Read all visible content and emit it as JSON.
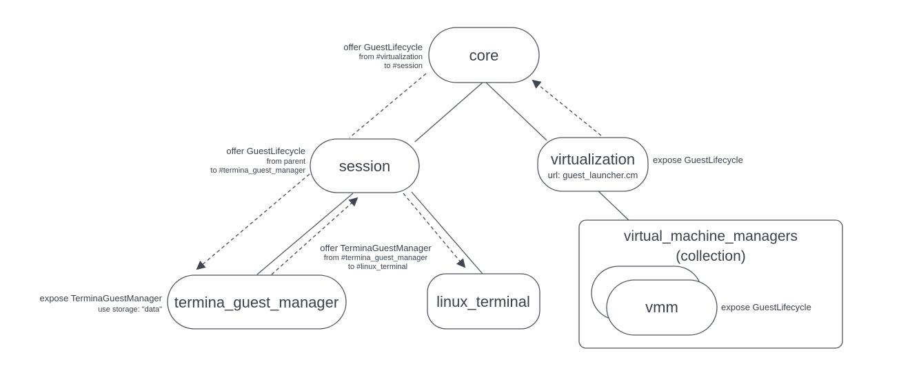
{
  "colors": {
    "stroke": "#4e565f",
    "text": "#3a414b",
    "arrow": "#3f4650",
    "background": "#ffffff"
  },
  "nodes": {
    "core": {
      "label": "core"
    },
    "session": {
      "label": "session"
    },
    "virtualization": {
      "label": "virtualization",
      "sublabel": "url: guest_launcher.cm"
    },
    "termina_guest_manager": {
      "label": "termina_guest_manager"
    },
    "linux_terminal": {
      "label": "linux_terminal"
    },
    "vmm": {
      "label": "vmm"
    },
    "virtual_machine_managers": {
      "title": "virtual_machine_managers",
      "subtitle": "(collection)"
    }
  },
  "annotations": {
    "offer_guest_lifecycle_to_session": {
      "line1": "offer GuestLifecycle",
      "line2": "from #virtualization",
      "line3": "to #session"
    },
    "offer_guest_lifecycle_to_termina": {
      "line1": "offer GuestLifecycle",
      "line2": "from parent",
      "line3": "to #termina_guest_manager"
    },
    "expose_guest_lifecycle_virtualization": {
      "label": "expose GuestLifecycle"
    },
    "expose_termina_guest_manager": {
      "line1": "expose TerminaGuestManager",
      "line2": "use storage: \"data\""
    },
    "offer_termina_guest_manager": {
      "line1": "offer TerminaGuestManager",
      "line2": "from #termina_guest_manager",
      "line3": "to #linux_terminal"
    },
    "expose_guest_lifecycle_vmm": {
      "label": "expose GuestLifecycle"
    }
  },
  "edges": [
    {
      "from": "core",
      "to": "session",
      "style": "solid",
      "kind": "parent-child"
    },
    {
      "from": "core",
      "to": "virtualization",
      "style": "solid",
      "kind": "parent-child"
    },
    {
      "from": "session",
      "to": "termina_guest_manager",
      "style": "solid",
      "kind": "parent-child"
    },
    {
      "from": "session",
      "to": "linux_terminal",
      "style": "solid",
      "kind": "parent-child"
    },
    {
      "from": "virtualization",
      "to": "virtual_machine_managers",
      "style": "solid",
      "kind": "parent-child"
    },
    {
      "from": "core",
      "to": "session",
      "style": "dashed",
      "kind": "offer GuestLifecycle"
    },
    {
      "from": "virtualization",
      "to": "core",
      "style": "dashed",
      "kind": "expose GuestLifecycle"
    },
    {
      "from": "session",
      "to": "termina_guest_manager",
      "style": "dashed",
      "kind": "offer GuestLifecycle"
    },
    {
      "from": "termina_guest_manager",
      "to": "session",
      "style": "dashed",
      "kind": "expose TerminaGuestManager"
    },
    {
      "from": "session",
      "to": "linux_terminal",
      "style": "dashed",
      "kind": "offer TerminaGuestManager"
    }
  ]
}
